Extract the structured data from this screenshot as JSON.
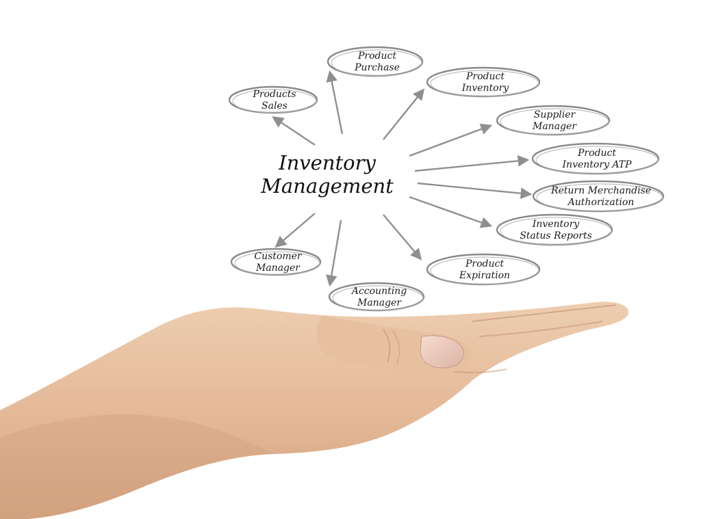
{
  "diagram": {
    "center": {
      "line1": "Inventory",
      "line2": "Management"
    },
    "nodes": [
      {
        "id": "product-purchase",
        "line1": "Product",
        "line2": "Purchase"
      },
      {
        "id": "products-sales",
        "line1": "Products",
        "line2": "Sales"
      },
      {
        "id": "product-inventory",
        "line1": "Product",
        "line2": "Inventory"
      },
      {
        "id": "supplier-manager",
        "line1": "Supplier",
        "line2": "Manager"
      },
      {
        "id": "product-inventory-atp",
        "line1": "Product",
        "line2": "Inventory ATP"
      },
      {
        "id": "return-merchandise-authorization",
        "line1": "Return Merchandise",
        "line2": "Authorization"
      },
      {
        "id": "inventory-status-reports",
        "line1": "Inventory",
        "line2": "Status Reports"
      },
      {
        "id": "product-expiration",
        "line1": "Product",
        "line2": "Expiration"
      },
      {
        "id": "accounting-manager",
        "line1": "Accounting",
        "line2": "Manager"
      },
      {
        "id": "customer-manager",
        "line1": "Customer",
        "line2": "Manager"
      }
    ],
    "colors": {
      "ring": "#8a8a8a",
      "arrow": "#8f8f8f",
      "text": "#1a1a1a",
      "skin": "#e9c3a4"
    }
  }
}
